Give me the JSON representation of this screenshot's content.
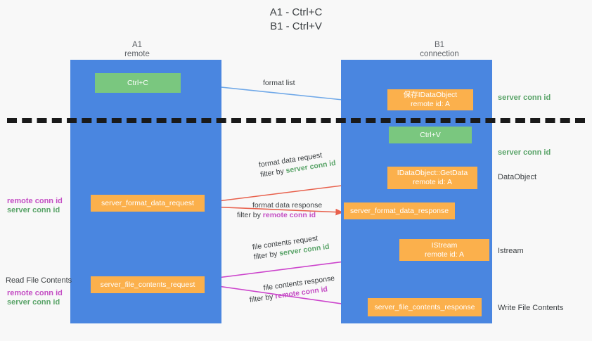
{
  "title": {
    "line1": "A1 - Ctrl+C",
    "line2": "B1 - Ctrl+V"
  },
  "columns": [
    {
      "name": "A1",
      "sub": "remote"
    },
    {
      "name": "B1",
      "sub": "connection"
    }
  ],
  "colors": {
    "lane": "#4a86e0",
    "green_box": "#7ac77f",
    "orange_box": "#fbb04c",
    "server_conn_id": "#5aa469",
    "remote_conn_id": "#c44ec4",
    "arrow_blue": "#6fa8e8",
    "arrow_red": "#e8604c",
    "arrow_magenta": "#cc44cc",
    "arrow_black": "#000000",
    "divider": "#1a1a1a"
  },
  "nodes": {
    "ctrl_c": {
      "label": "Ctrl+C"
    },
    "ctrl_v": {
      "label": "Ctrl+V"
    },
    "save_idataobject": {
      "line1": "保存IDataObject",
      "line2": "remote id: A"
    },
    "getdata": {
      "line1": "IDataObject::GetData",
      "line2": "remote id: A"
    },
    "istream": {
      "line1": "IStream",
      "line2": "remote id: A"
    },
    "server_format_data_request": {
      "label": "server_format_data_request"
    },
    "server_format_data_response": {
      "label": "server_format_data_response"
    },
    "server_file_contents_request": {
      "label": "server_file_contents_request"
    },
    "server_file_contents_response": {
      "label": "server_file_contents_response"
    }
  },
  "right_labels": {
    "server_conn_id_1": "server conn id",
    "server_conn_id_2": "server conn id",
    "dataobject": "DataObject",
    "istream": "Istream",
    "write_file_contents": "Write File Contents"
  },
  "left_labels": {
    "remote_conn_id_1": "remote conn id",
    "server_conn_id_1": "server conn id",
    "read_file_contents": "Read File Contents",
    "remote_conn_id_2": "remote conn id",
    "server_conn_id_2": "server conn id"
  },
  "edges": {
    "format_list": {
      "main": "format list",
      "filter_prefix": "",
      "filter_target": ""
    },
    "format_data_request": {
      "main": "format data request",
      "filter_prefix": "filter by ",
      "filter_target": "server conn id"
    },
    "format_data_response": {
      "main": "format data response",
      "filter_prefix": "filter by ",
      "filter_target": "remote conn id"
    },
    "file_contents_request": {
      "main": "file contents request",
      "filter_prefix": "filter by ",
      "filter_target": "server conn id"
    },
    "file_contents_response": {
      "main": "file contents response",
      "filter_prefix": "filter by ",
      "filter_target": "remote conn id"
    }
  }
}
